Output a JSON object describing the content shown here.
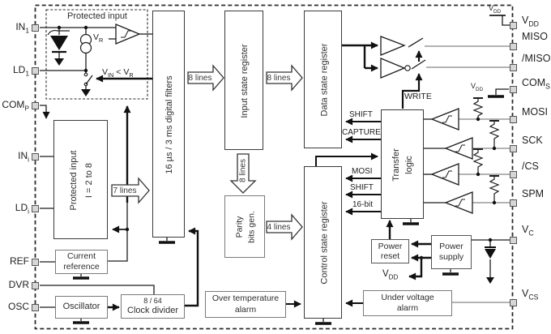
{
  "meta": {
    "type": "ic-block-diagram"
  },
  "colors": {
    "wire": "#1c1c1c",
    "signal_gray": "#9a9a9a",
    "box_dark": "#3a3a3a",
    "box_gray": "#7a7a7a",
    "pin_fill": "#d6d6d6"
  },
  "pins": {
    "left": [
      {
        "base": "IN",
        "sub": "1"
      },
      {
        "base": "LD",
        "sub": "1"
      },
      {
        "base": "COM",
        "sub": "P"
      },
      {
        "base": "IN",
        "sub": "i"
      },
      {
        "base": "LD",
        "sub": "i"
      },
      {
        "base": "REF",
        "sub": ""
      },
      {
        "base": "DVR",
        "sub": ""
      },
      {
        "base": "OSC",
        "sub": ""
      }
    ],
    "right": [
      {
        "base": "V",
        "sub": "DD"
      },
      {
        "base": "MISO",
        "sub": ""
      },
      {
        "base": "/MISO",
        "sub": ""
      },
      {
        "base": "COM",
        "sub": "S"
      },
      {
        "base": "MOSI",
        "sub": ""
      },
      {
        "base": "SCK",
        "sub": ""
      },
      {
        "base": "/CS",
        "sub": ""
      },
      {
        "base": "SPM",
        "sub": ""
      },
      {
        "base": "V",
        "sub": "C"
      },
      {
        "base": "V",
        "sub": "CS"
      }
    ]
  },
  "blocks": {
    "protected1_title": "Protected input",
    "protected2": [
      "Protected input",
      "I = 2 to 8"
    ],
    "filters": "16 µs / 3 ms digital filters",
    "input_reg": "Input state register",
    "data_reg": "Data state register",
    "control_reg": "Control state register",
    "parity": [
      "Parity",
      "bits gen."
    ],
    "transfer": [
      "Transfer",
      "logic"
    ],
    "current_ref": [
      "Current",
      "reference"
    ],
    "oscillator": "Oscillator",
    "divider": [
      "8 / 64",
      "Clock divider"
    ],
    "over_temp": [
      "Over temperature",
      "alarm"
    ],
    "under_volt": [
      "Under voltage",
      "alarm"
    ],
    "power_reset": [
      "Power",
      "reset"
    ],
    "power_supply": [
      "Power",
      "supply"
    ]
  },
  "flow": {
    "lines8": "8 lines",
    "lines7": "7 lines",
    "lines4": "4 lines"
  },
  "labels": {
    "write": "WRITE",
    "shift": "SHIFT",
    "capture": "CAPTURE",
    "mosi": "MOSI",
    "bit16": "16-bit",
    "vdd": {
      "base": "V",
      "sub": "DD"
    },
    "vr": {
      "base": "V",
      "sub": "R"
    },
    "vin_vr": {
      "b1": "V",
      "s1": "IN",
      "b2": " < V",
      "s2": "R"
    }
  }
}
